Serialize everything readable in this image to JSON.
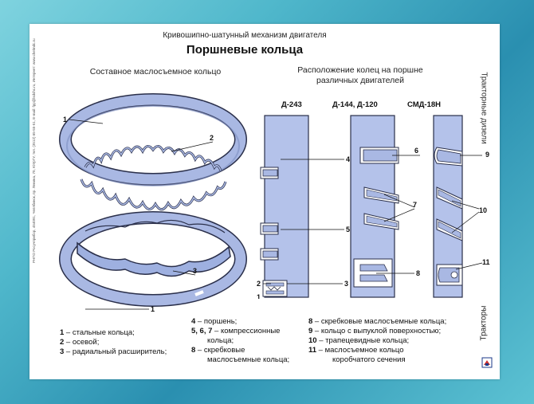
{
  "header": {
    "subtitle": "Кривошипно-шатунный  механизм  двигателя",
    "title": "Поршневые  кольца"
  },
  "left_panel": {
    "title": "Составное маслосъемное кольцо",
    "callouts": [
      "1",
      "2",
      "3",
      "1"
    ]
  },
  "right_panel": {
    "title_line1": "Расположение колец на поршне",
    "title_line2": "различных двигателей",
    "engines": [
      "Д-243",
      "Д-144, Д-120",
      "СМД-18Н"
    ],
    "callouts": [
      "4",
      "5",
      "2",
      "3",
      "1",
      "6",
      "7",
      "8",
      "9",
      "10",
      "11"
    ]
  },
  "side": {
    "right_top": "Тракторные  дизели",
    "right_bottom": "Тракторы",
    "left_small": "РНПО Росучприбор, 454091, Челябинск, пр. Ленина, 70, ЮУрГУ, тел. (3512) 65-55-51, Е-mail: fpp@lsdchc.ru, Интернет: www.chelmdc.ru"
  },
  "legend": {
    "col1": [
      {
        "num": "1",
        "text": " – стальные кольца;"
      },
      {
        "num": "2",
        "text": " – осевой;"
      },
      {
        "num": "3",
        "text": " – радиальный расширитель;"
      }
    ],
    "col2": [
      {
        "num": "4",
        "text": " – поршень;"
      },
      {
        "num": "5, 6, 7",
        "text": " – компрессионные"
      },
      {
        "num": "",
        "text": "кольца;"
      },
      {
        "num": "8",
        "text": " – скребковые"
      },
      {
        "num": "",
        "text": "маслосъемные кольца;"
      }
    ],
    "col3": [
      {
        "num": "8",
        "text": " – скребковые маслосъемные кольца;"
      },
      {
        "num": "9",
        "text": " – кольцо с выпуклой поверхностью;"
      },
      {
        "num": "10",
        "text": " – трапецевидные кольца;"
      },
      {
        "num": "11",
        "text": " – маслосъемное кольцо"
      },
      {
        "num": "",
        "text": "коробчатого сечения"
      }
    ]
  },
  "colors": {
    "ring_fill": "#a9b8e3",
    "ring_stroke": "#2a2f4a",
    "piston_fill": "#b4c2ea",
    "background": "#3ea8c2"
  }
}
